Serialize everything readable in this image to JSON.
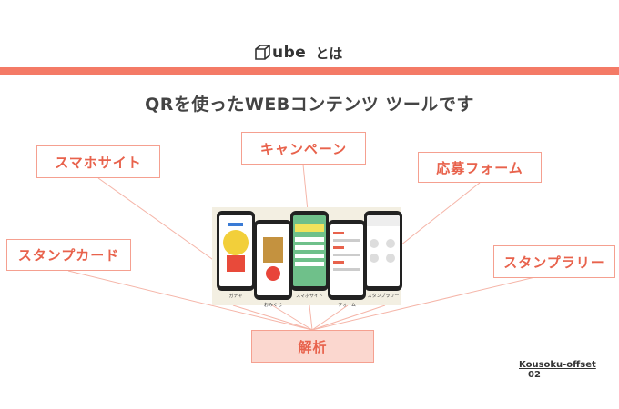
{
  "header": {
    "brand": "ube",
    "title_suffix": "とは"
  },
  "subtitle": "QRを使ったWEBコンテンツ ツールです",
  "labels": {
    "smartphone_site": "スマホサイト",
    "campaign": "キャンペーン",
    "application_form": "応募フォーム",
    "stamp_card": "スタンプカード",
    "stamp_rally": "スタンプラリー",
    "analysis": "解析"
  },
  "phones": [
    {
      "caption": "ガチャ"
    },
    {
      "caption": "おみくじ"
    },
    {
      "caption": "スマホサイト"
    },
    {
      "caption": "フォーム"
    },
    {
      "caption": "スタンプラリー"
    }
  ],
  "footer": {
    "brand": "Kousoku-offset",
    "page": "02"
  },
  "colors": {
    "accent": "#f47a66",
    "label_text": "#e8624c",
    "analysis_fill": "#fbd7cf"
  }
}
